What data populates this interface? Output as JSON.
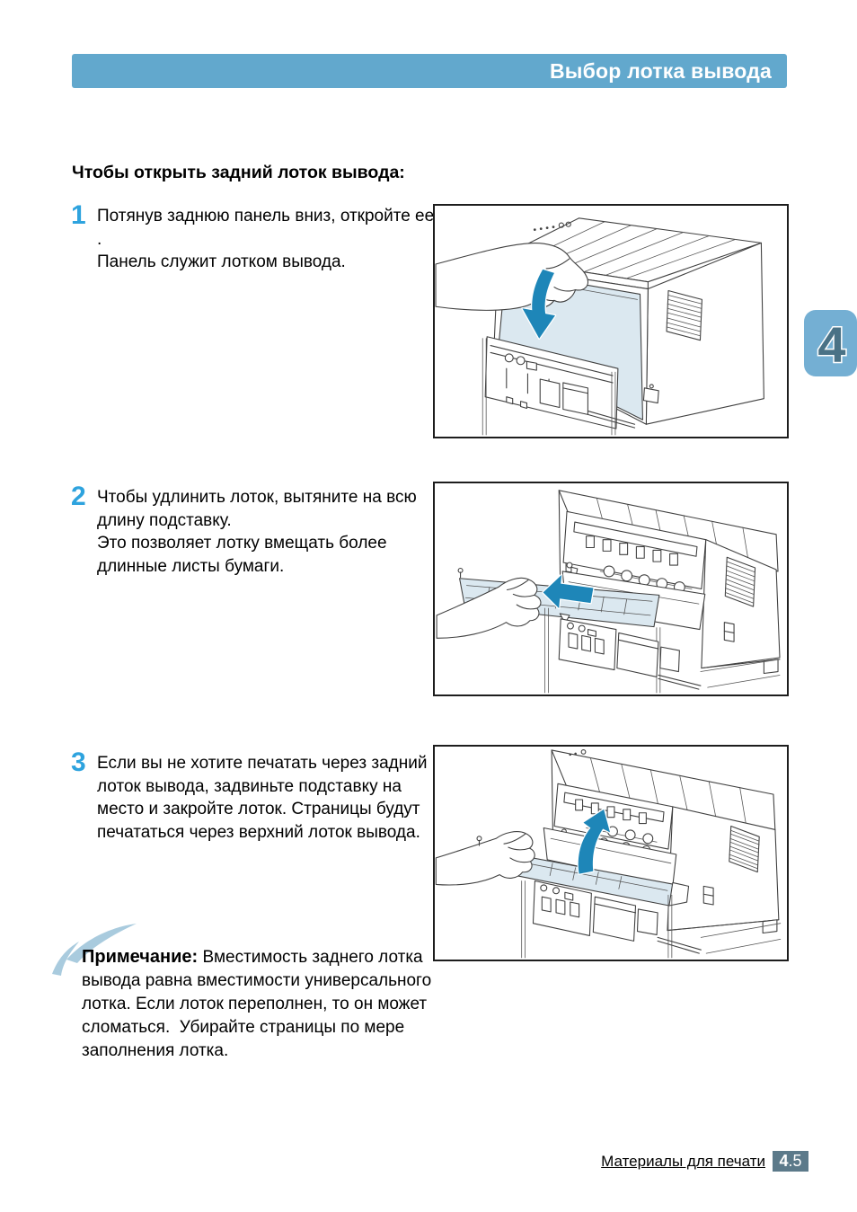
{
  "header": {
    "title": "Выбор лотка вывода"
  },
  "chapter_tab": {
    "number": "4"
  },
  "content": {
    "heading": "Чтобы открыть задний лоток вывода:",
    "steps": [
      {
        "number": "1",
        "text": "Потянув заднюю панель вниз, откройте ее .\nПанель служит лотком вывода.",
        "figure": "printer-rear-hand-pulling-panel-arrow-down"
      },
      {
        "number": "2",
        "text": "Чтобы удлинить лоток, вытяните на всю\nдлину подставку.\nЭто позволяет лотку вмещать более\nдлинные листы бумаги.",
        "figure": "printer-rear-hand-extending-tray-arrow-left"
      },
      {
        "number": "3",
        "text": "Если вы не хотите печатать через задний\nлоток вывода, задвиньте подставку на\nместо и закройте лоток. Страницы будут\nпечататься через верхний лоток вывода.",
        "figure": "printer-rear-hand-closing-tray-arrow-up"
      }
    ],
    "note": {
      "label": "Примечание:",
      "text": "Вместимость заднего лотка\nвывода равна вместимости универсального\nлотка. Если лоток переполнен, то он может\nсломаться.  Убирайте страницы по мере\nзаполнения лотка."
    }
  },
  "footer": {
    "section": "Материалы для печати",
    "page_chapter": "4",
    "page_decimal": ".5",
    "page_number": "4.5"
  },
  "colors": {
    "header_bar": "#62A8CD",
    "step_number": "#2EA3DE",
    "arrow_blue": "#1E86B8",
    "panel_tint": "#DBE8F0",
    "tab_bg": "#74AFD3",
    "tab_numeral": "#4A7286",
    "badge_bg": "#5C7A8A",
    "swoosh": "#A9CBDE"
  }
}
